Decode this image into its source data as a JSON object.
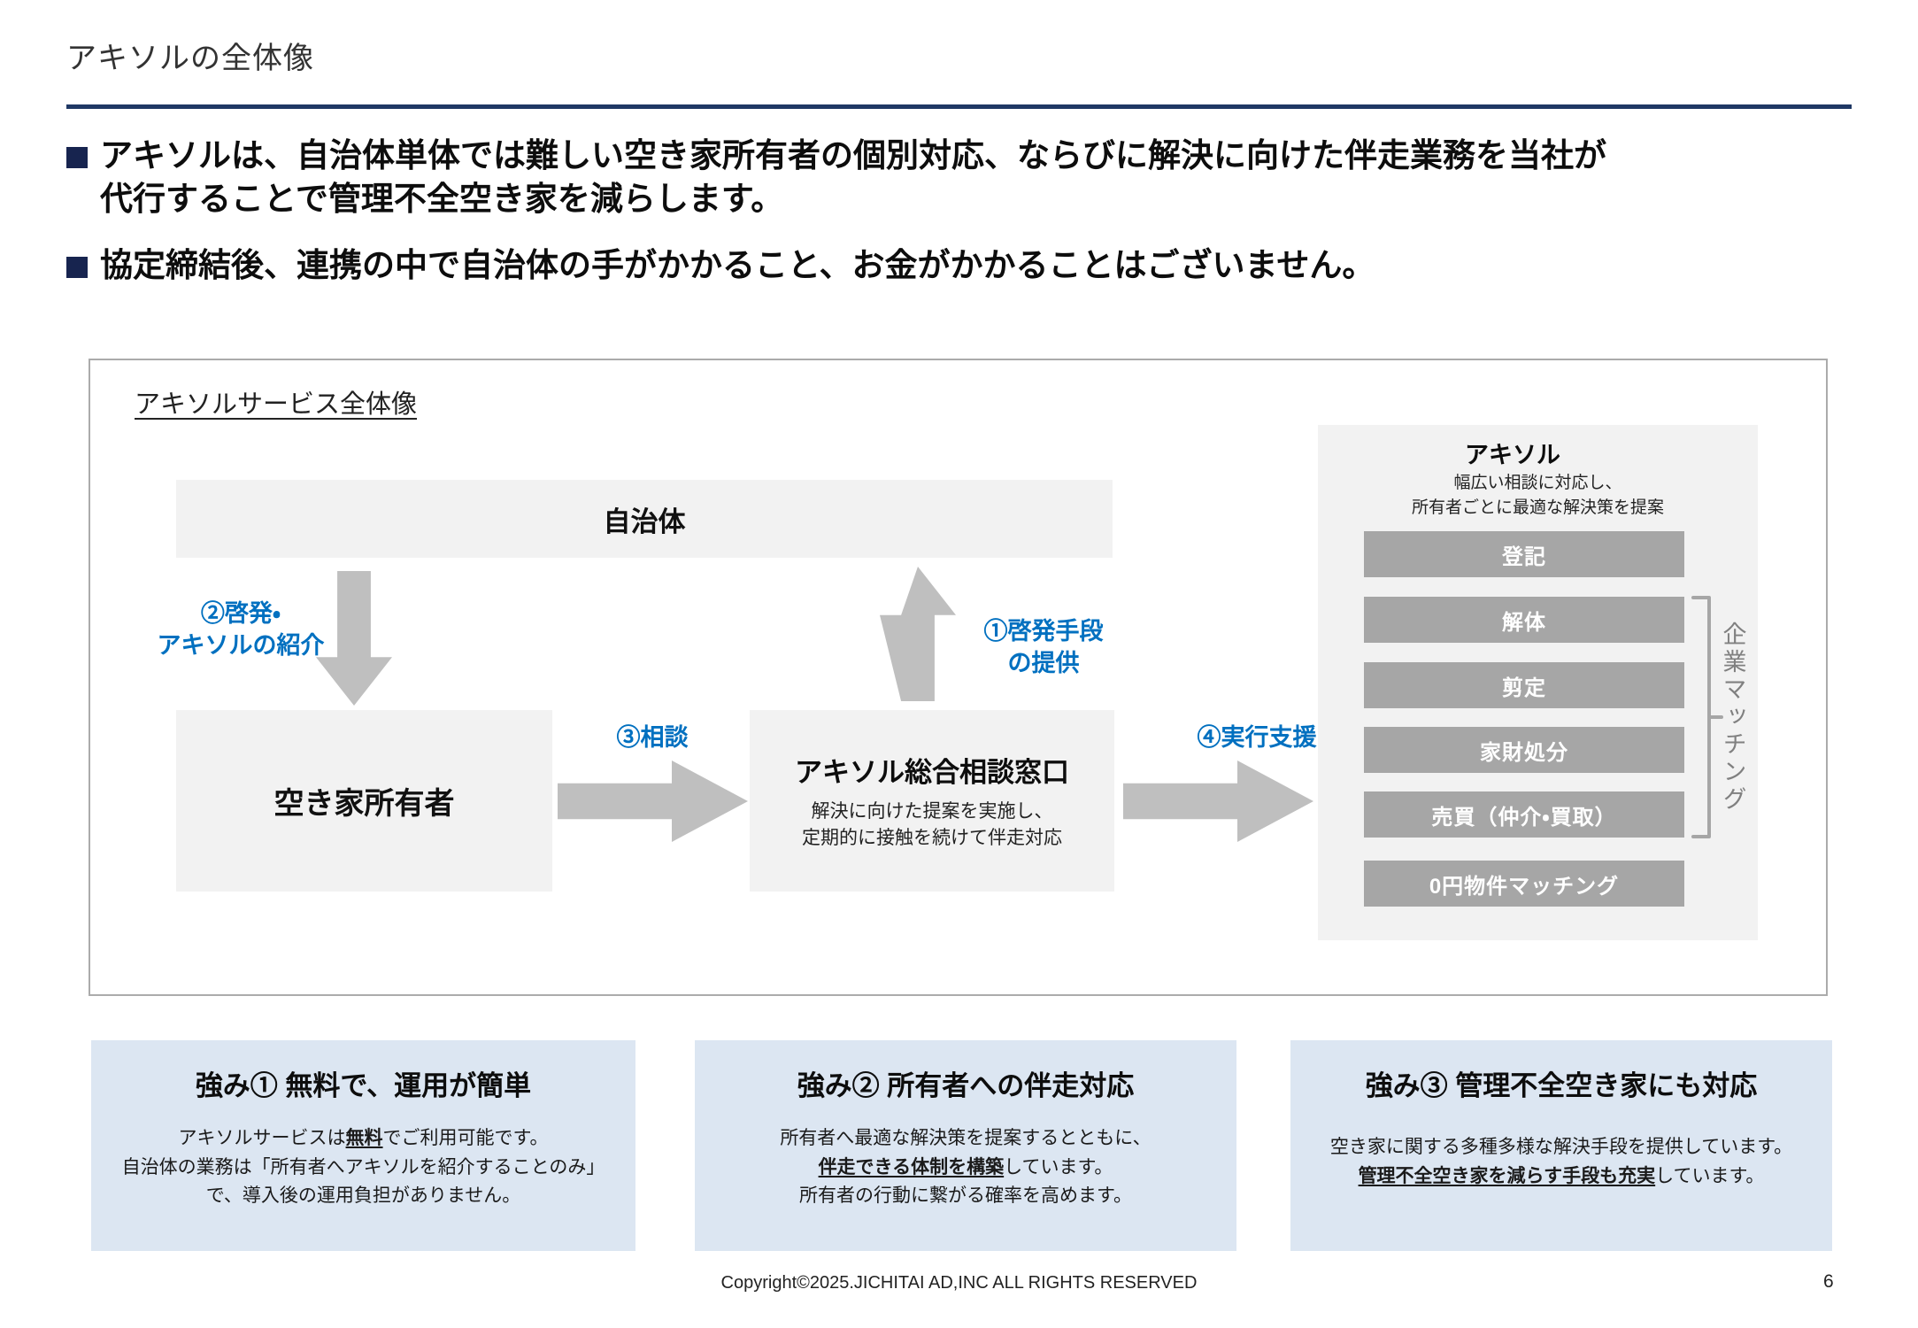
{
  "header": {
    "title": "アキソルの全体像"
  },
  "bullets": {
    "items": [
      {
        "line1": "アキソルは、自治体単体では難しい空き家所有者の個別対応、ならびに解決に向けた伴走業務を当社が",
        "line2": "代行することで管理不全空き家を減らします。"
      },
      {
        "line1": "協定締結後、連携の中で自治体の手がかかること、お金がかかることはございません。"
      }
    ]
  },
  "diagram": {
    "heading": "アキソルサービス全体像",
    "municipality_label": "自治体",
    "owner_label": "空き家所有者",
    "consultation": {
      "title": "アキソル総合相談窓口",
      "desc_line1": "解決に向けた提案を実施し、",
      "desc_line2": "定期的に接触を続けて伴走対応"
    },
    "flow_labels": {
      "step1_line1": "①啓発手段",
      "step1_line2": "の提供",
      "step2_line1": "②啓発・",
      "step2_line2": "アキソルの紹介",
      "step3": "③相談",
      "step4": "④実行支援"
    },
    "akisol_panel": {
      "title": "アキソル",
      "subtitle_line1": "幅広い相談に対応し、",
      "subtitle_line2": "所有者ごとに最適な解決策を提案",
      "services": [
        "登記",
        "解体",
        "剪定",
        "家財処分",
        "売買（仲介・買取）",
        "0円物件マッチング"
      ],
      "bracket_label": "企業マッチング"
    }
  },
  "strengths": [
    {
      "title": "強み① 無料で、運用が簡単",
      "line1_pre": "アキソルサービスは",
      "line1_em": "無料",
      "line1_post": "でご利用可能です。",
      "line2": "自治体の業務は「所有者へアキソルを紹介することのみ」",
      "line3": "で、導入後の運用負担がありません。"
    },
    {
      "title": "強み② 所有者への伴走対応",
      "line1": "所有者へ最適な解決策を提案するとともに、",
      "line2_em": "伴走できる体制を構築",
      "line2_post": "しています。",
      "line3": "所有者の行動に繋がる確率を高めます。"
    },
    {
      "title": "強み③ 管理不全空き家にも対応",
      "line1": "空き家に関する多種多様な解決手段を提供しています。",
      "line2_em": "管理不全空き家を減らす手段も充実",
      "line2_post": "しています。"
    }
  ],
  "footer": {
    "copyright": "Copyright©2025.JICHITAI AD,INC ALL RIGHTS RESERVED",
    "page_number": "6"
  },
  "colors": {
    "accent_navy": "#1F3864",
    "accent_blue": "#0070C0",
    "arrow_gray": "#BFBFBF",
    "panel_gray": "#F2F2F2",
    "button_gray": "#A6A6A6",
    "strength_bg": "#DCE6F2"
  }
}
